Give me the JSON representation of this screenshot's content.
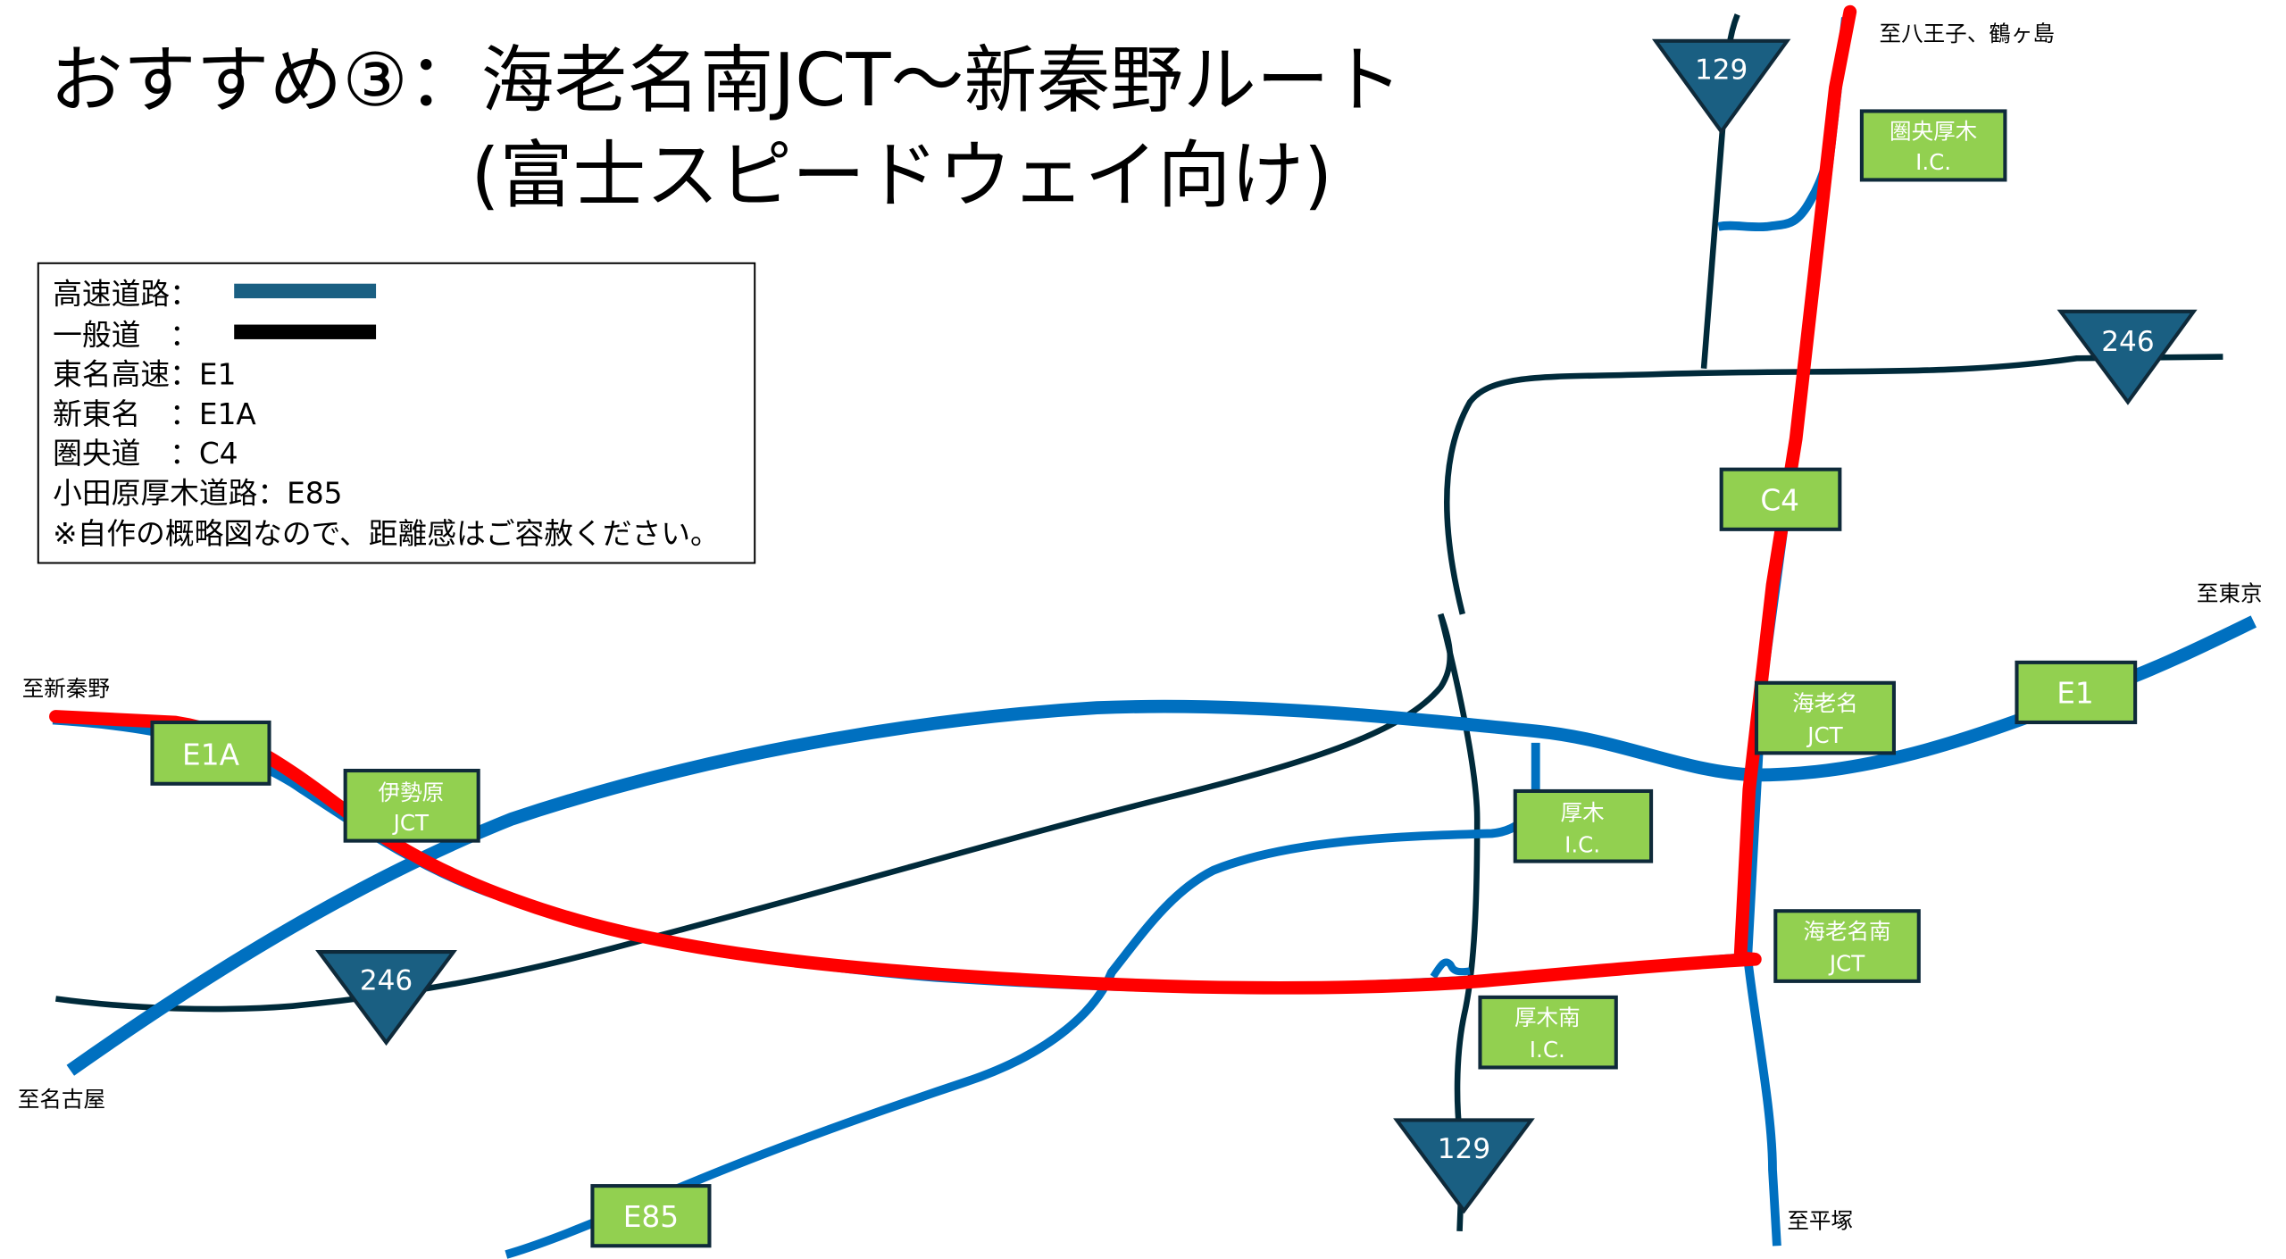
{
  "title": {
    "line1": "おすすめ③：海老名南JCT～新秦野ルート",
    "line2": "(富士スピードウェイ向け)"
  },
  "legend": {
    "rows": [
      {
        "label": "高速道路：",
        "swatch": "expressway"
      },
      {
        "label": "一般道　：",
        "swatch": "general-road"
      },
      {
        "label": "東名高速：E1"
      },
      {
        "label": "新東名　：E1A"
      },
      {
        "label": "圏央道　：C4"
      },
      {
        "label": "小田原厚木道路：E85"
      },
      {
        "label": "※自作の概略図なので、距離感はご容赦ください。"
      }
    ]
  },
  "colors": {
    "expressway_legend": "#1a5f82",
    "expressway_line": "#0070c0",
    "general_road": "#002a3a",
    "recommended_route": "#ff0000",
    "label_box": "#92d050",
    "route_marker": "#1a5f82"
  },
  "destinations": {
    "hachioji": "至八王子、鶴ヶ島",
    "tokyo": "至東京",
    "shinhadano": "至新秦野",
    "nagoya": "至名古屋",
    "hiratsuka": "至平塚"
  },
  "labels": {
    "ken_o_atsugi": [
      "圏央厚木",
      "I.C."
    ],
    "c4": "C4",
    "ebina_jct": [
      "海老名",
      "JCT"
    ],
    "e1": "E1",
    "e1a": "E1A",
    "isehara_jct": [
      "伊勢原",
      "JCT"
    ],
    "atsugi_ic": [
      "厚木",
      "I.C."
    ],
    "ebina_minami_jct": [
      "海老名南",
      "JCT"
    ],
    "atsugi_minami_ic": [
      "厚木南",
      "I.C."
    ],
    "e85": "E85"
  },
  "route_markers": {
    "r129_north": "129",
    "r246_east": "246",
    "r246_west": "246",
    "r129_south": "129"
  }
}
